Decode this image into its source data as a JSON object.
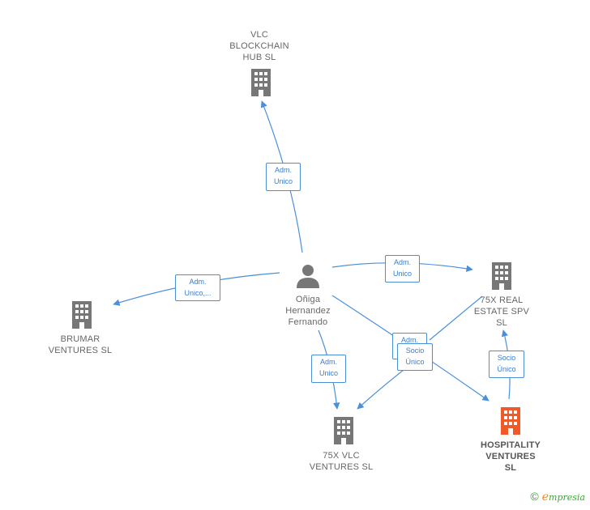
{
  "nodes": {
    "vlc_blockchain": {
      "label": "VLC\nBLOCKCHAIN\nHUB  SL"
    },
    "brumar": {
      "label": "BRUMAR\nVENTURES  SL"
    },
    "person": {
      "label": "Oñiga\nHernandez\nFernando"
    },
    "real_estate": {
      "label": "75X REAL\nESTATE SPV\nSL"
    },
    "vlc_ventures": {
      "label": "75X VLC\nVENTURES  SL"
    },
    "hospitality": {
      "label": "HOSPITALITY\nVENTURES\nSL"
    }
  },
  "edges": {
    "to_blockchain": "Adm.\nUnico",
    "to_brumar": "Adm.\nUnico,...",
    "to_real_estate": "Adm.\nUnico",
    "to_vlc_ventures": "Adm.\nUnico",
    "to_hospitality": "Adm.\nUnico",
    "hosp_to_vlc": "Socio\nÚnico",
    "hosp_to_real_estate": "Socio\nÚnico"
  },
  "colors": {
    "edge": "#4a90d9",
    "building": "#777777",
    "focus_building": "#f05a28",
    "person": "#777777"
  },
  "copyright": {
    "symbol": "©",
    "brand_initial": "e",
    "brand_rest": "mpresia"
  }
}
